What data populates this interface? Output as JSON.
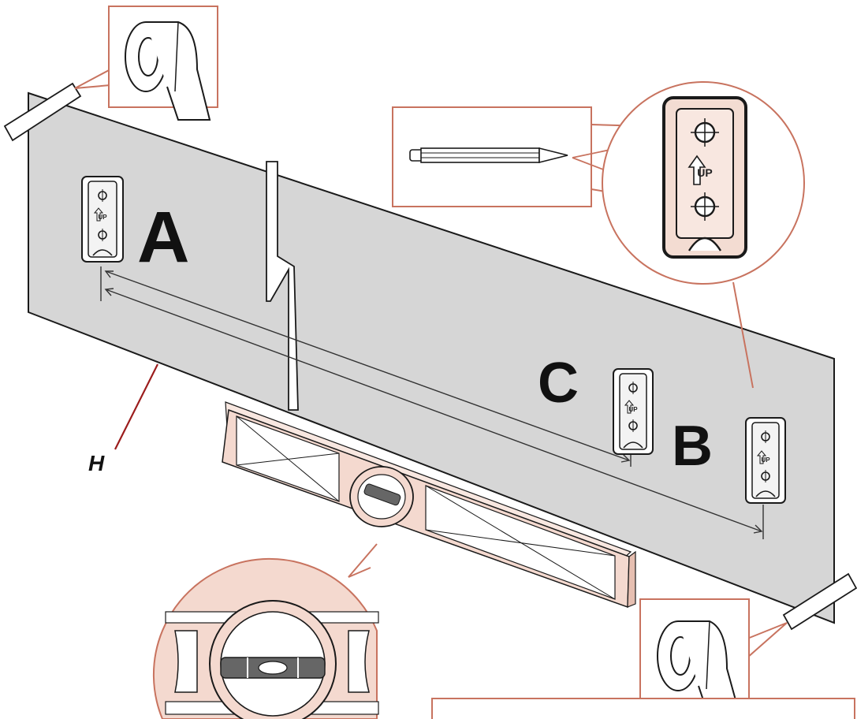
{
  "labels": {
    "point_a": "A",
    "point_b": "B",
    "point_c": "C",
    "edge_h": "H",
    "bracket_up": "UP"
  },
  "colors": {
    "wall_panel": "#d6d6d6",
    "callout_line": "#c8735f",
    "level_fill": "#f4d9cf",
    "bracket_fill": "#f3dcd2",
    "marker_line": "#9b1c1c",
    "outline": "#1a1a1a"
  },
  "icons": [
    "tape-roll-icon",
    "pencil-icon",
    "spirit-level-icon",
    "wall-bracket-icon",
    "break-line-icon",
    "bubble-vial-icon"
  ]
}
